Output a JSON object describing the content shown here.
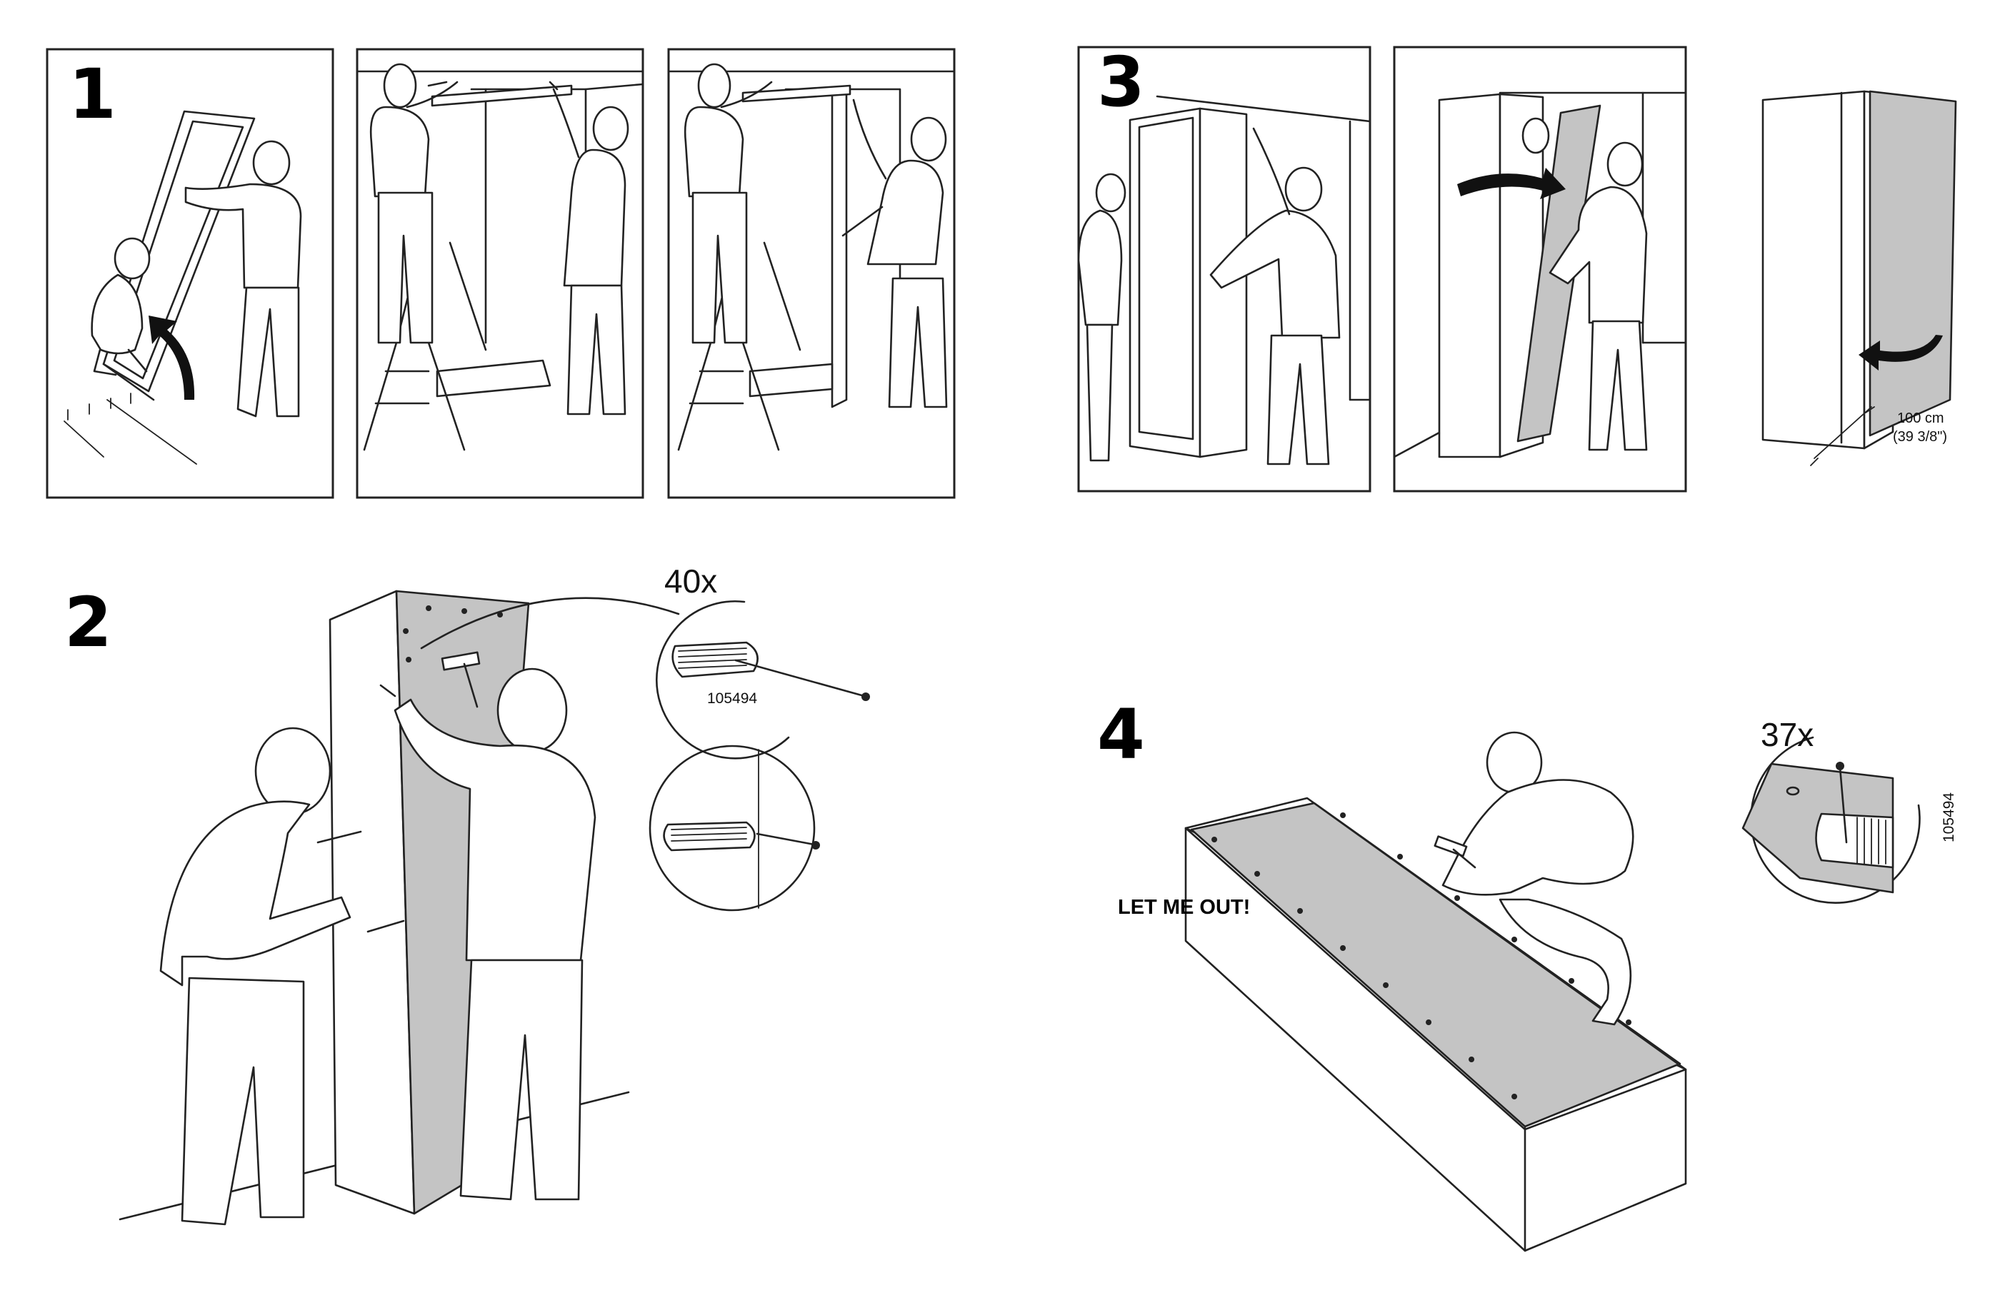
{
  "steps": {
    "step1": {
      "number": "1"
    },
    "step2": {
      "number": "2",
      "nail_count": "40x",
      "part_number": "105494"
    },
    "step3": {
      "number": "3",
      "clearance": "100 cm",
      "clearance_imperial": "(39 3/8\")"
    },
    "step4": {
      "number": "4",
      "nail_count": "37x",
      "part_number": "105494",
      "speech": "LET ME OUT!"
    }
  },
  "colors": {
    "line": "#222222",
    "panel_fill": "#c4c4c4",
    "background": "#ffffff"
  },
  "icons": [
    "curved-arrow-icon",
    "rotate-arrow-icon",
    "hammer-icon",
    "nail-icon"
  ]
}
